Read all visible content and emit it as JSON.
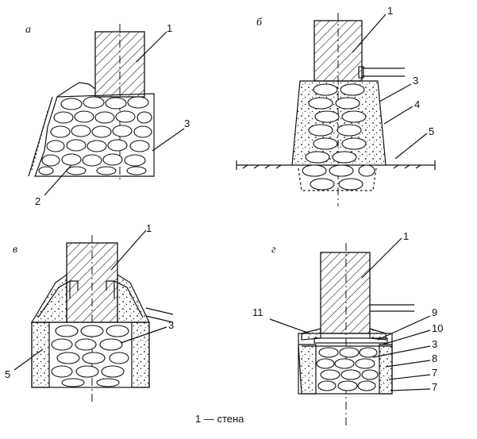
{
  "panels": [
    {
      "id": "a",
      "label": "а",
      "callouts": [
        "1",
        "2",
        "3"
      ]
    },
    {
      "id": "b",
      "label": "б",
      "callouts": [
        "1",
        "3",
        "4",
        "5"
      ]
    },
    {
      "id": "v",
      "label": "в",
      "callouts": [
        "1",
        "3",
        "5"
      ]
    },
    {
      "id": "g",
      "label": "г",
      "callouts": [
        "1",
        "11",
        "9",
        "10",
        "3",
        "8",
        "7",
        "7"
      ]
    }
  ],
  "caption": "1 — стена"
}
